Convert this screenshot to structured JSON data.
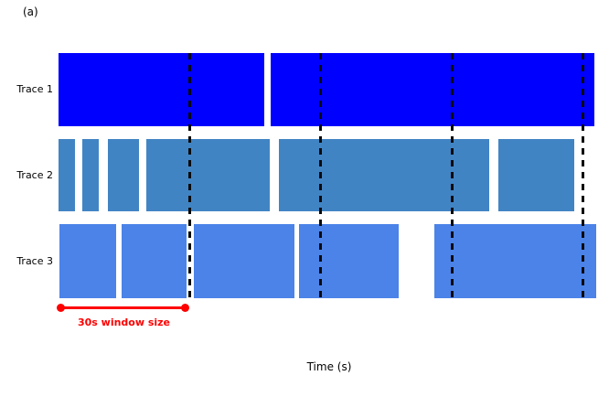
{
  "figure": {
    "panel_label": "(a)",
    "annotation": {
      "text": "30s window size",
      "color": "#fe0000",
      "start_s": 0,
      "end_s": 30
    }
  },
  "chart_data": {
    "type": "bar",
    "subtype": "interval-timeline-gantt",
    "title": "",
    "xlabel": "Time (s)",
    "ylabel": "",
    "x_range_s": [
      0,
      125
    ],
    "window_size_s": 30,
    "window_boundaries_s": [
      30,
      60,
      90,
      120
    ],
    "grid": false,
    "legend": "none",
    "boundary_line_style": "black-dashed-vertical",
    "series": [
      {
        "name": "Trace 1",
        "color": "#0000fe",
        "intervals_s": [
          [
            0,
            47
          ],
          [
            48.5,
            122.5
          ]
        ]
      },
      {
        "name": "Trace 2",
        "color": "#4184c4",
        "intervals_s": [
          [
            0,
            3.8
          ],
          [
            5.4,
            9.2
          ],
          [
            11.3,
            18.4
          ],
          [
            20,
            48.3
          ],
          [
            50.4,
            98.5
          ],
          [
            100.6,
            118
          ]
        ]
      },
      {
        "name": "Trace 3",
        "color": "#4b83e8",
        "intervals_s": [
          [
            0.2,
            13.2
          ],
          [
            14.4,
            29.3
          ],
          [
            31,
            54
          ],
          [
            55,
            77.8
          ],
          [
            86,
            123
          ]
        ]
      }
    ]
  }
}
